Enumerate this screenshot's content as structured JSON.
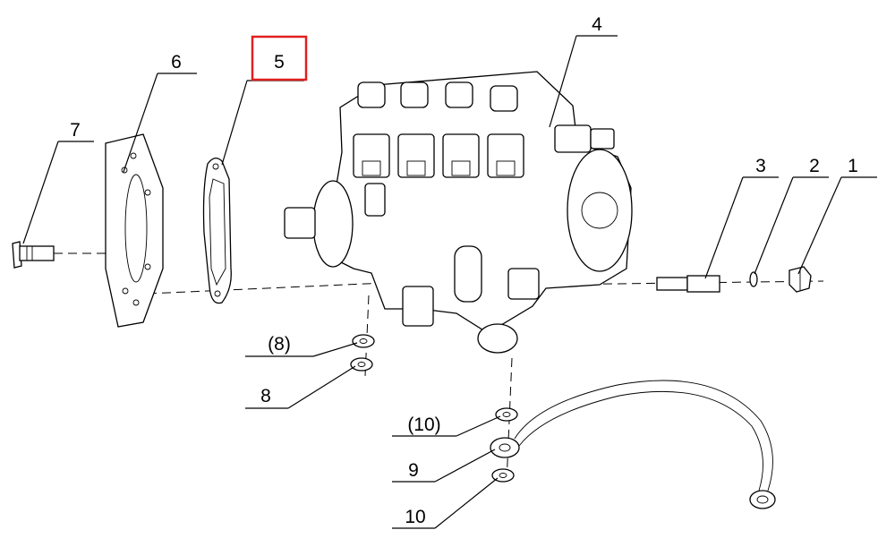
{
  "callouts": {
    "c1": "1",
    "c2": "2",
    "c3": "3",
    "c4": "4",
    "c5": "5",
    "c6": "6",
    "c7": "7",
    "c8a": "(8)",
    "c8b": "8",
    "c9": "9",
    "c10a": "(10)",
    "c10b": "10"
  },
  "highlight": {
    "item": "5",
    "color": "#e02020"
  }
}
